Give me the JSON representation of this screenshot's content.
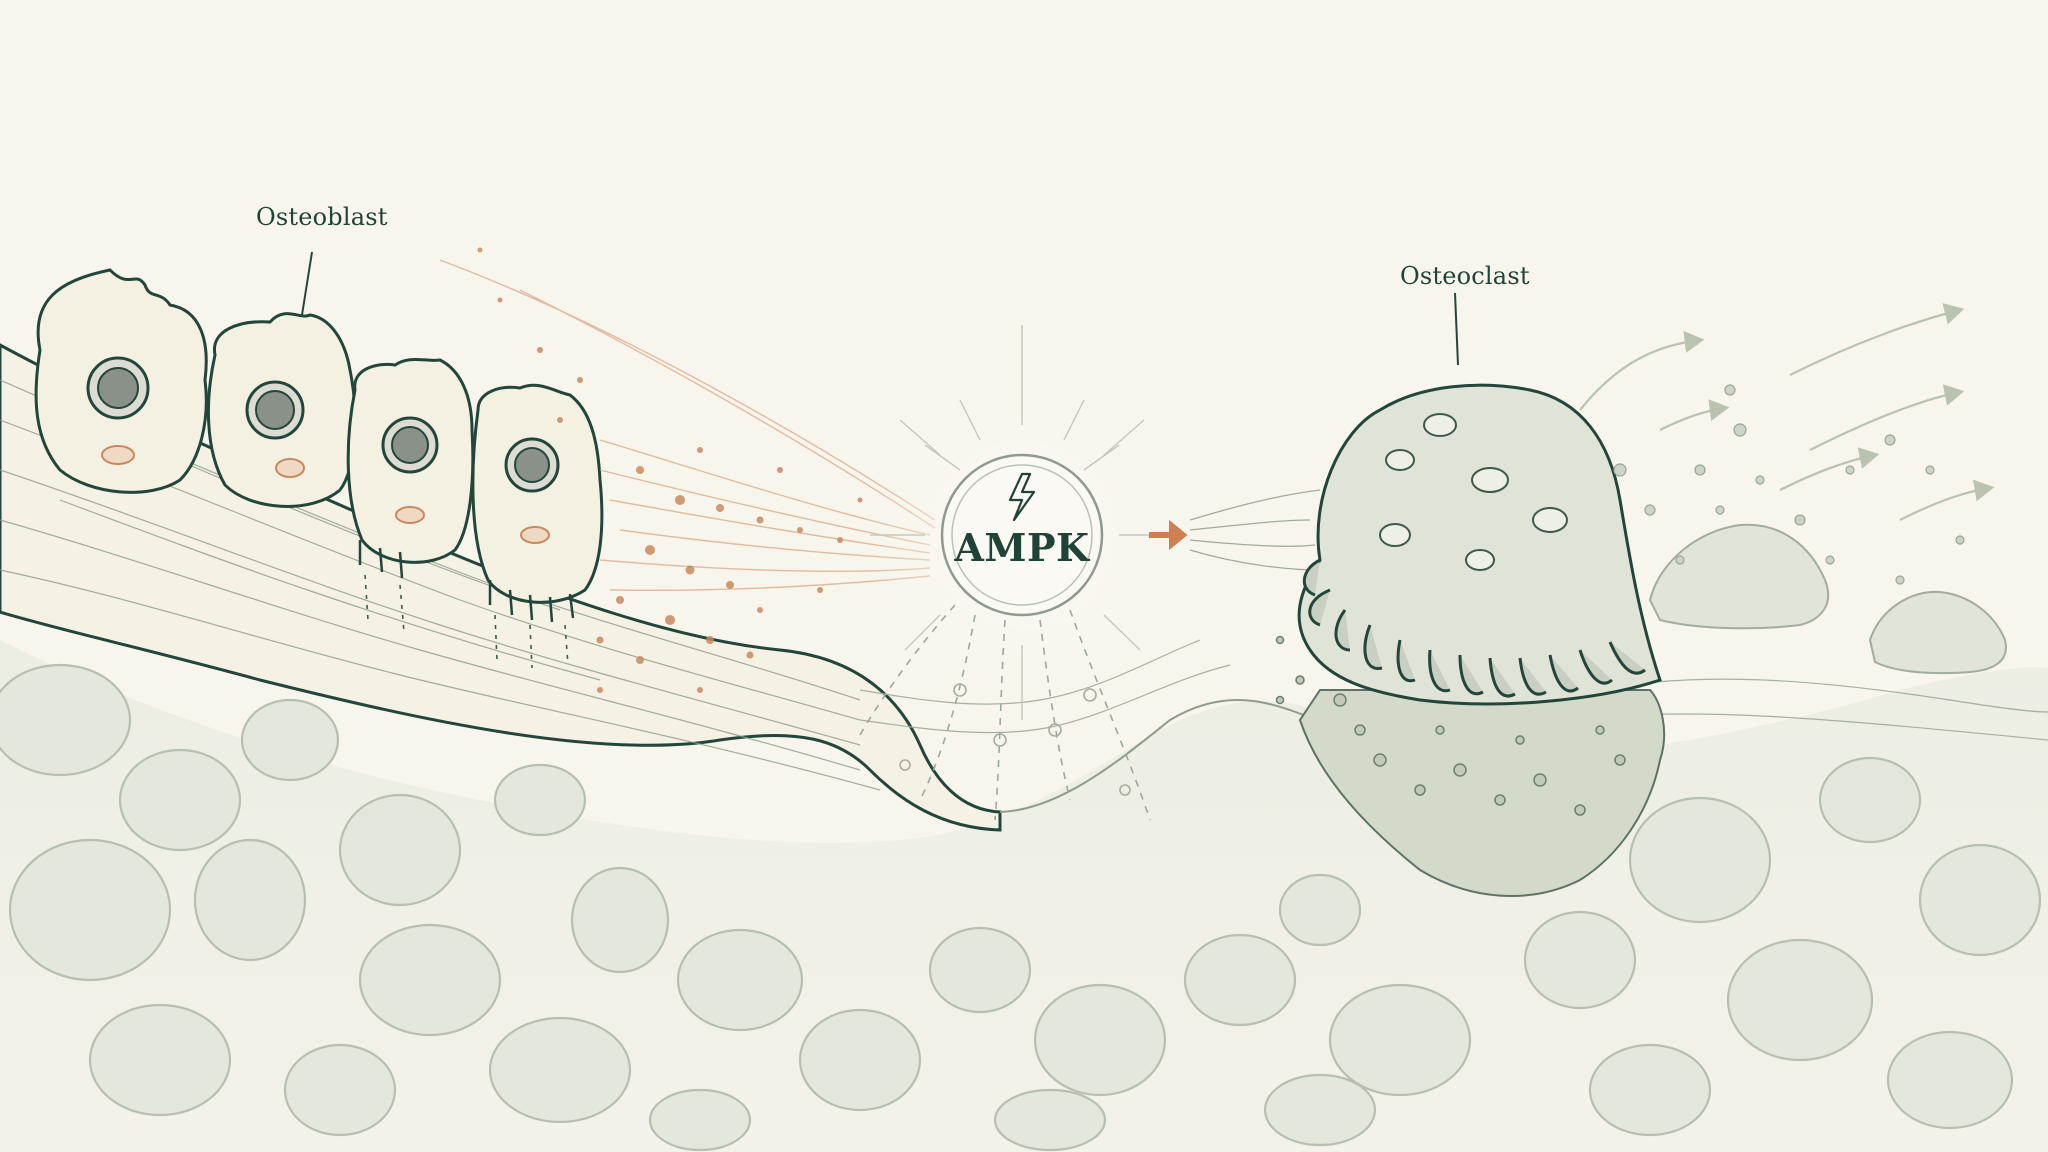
{
  "diagram": {
    "labels": {
      "osteoblast": "Osteoblast",
      "osteoclast": "Osteoclast",
      "ampk": "AMPK"
    },
    "icons": {
      "ampk_symbol": "lightning-bolt-icon",
      "flow_arrow": "arrow-right-icon"
    },
    "colors": {
      "background": "#f8f5ec",
      "ink": "#1f4336",
      "osteoblast_signal": "#c9895e",
      "arrow": "#cf8050",
      "bone": "#9aa896",
      "resorption_arrows": "#b9c3b0"
    }
  }
}
